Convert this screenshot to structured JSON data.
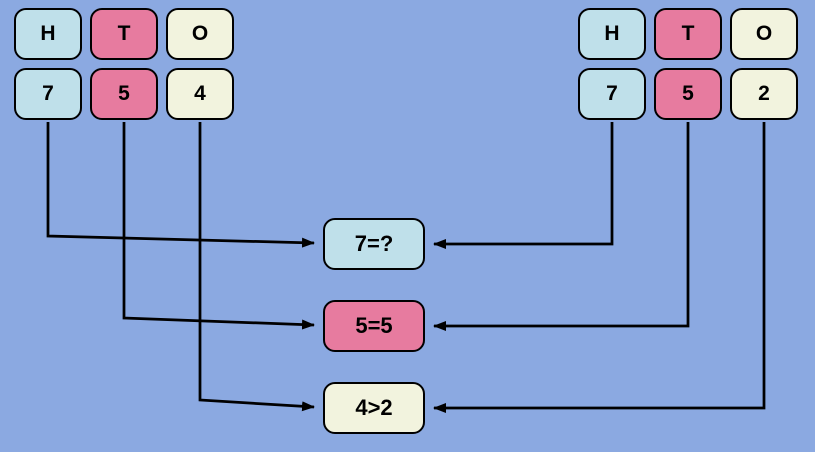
{
  "diagram_title": "place-value-comparison-of-754-and-752",
  "colors": {
    "background": "#8ba9e1",
    "hundreds_box": "#bfe0ea",
    "tens_box": "#e77b9f",
    "ones_box": "#f2f3de",
    "border": "#000000",
    "arrow": "#000000"
  },
  "left_number": {
    "headers": [
      "H",
      "T",
      "O"
    ],
    "digits": [
      "7",
      "5",
      "4"
    ]
  },
  "right_number": {
    "headers": [
      "H",
      "T",
      "O"
    ],
    "digits": [
      "7",
      "5",
      "2"
    ]
  },
  "comparisons": [
    {
      "label": "7=?"
    },
    {
      "label": "5=5"
    },
    {
      "label": "4>2"
    }
  ]
}
